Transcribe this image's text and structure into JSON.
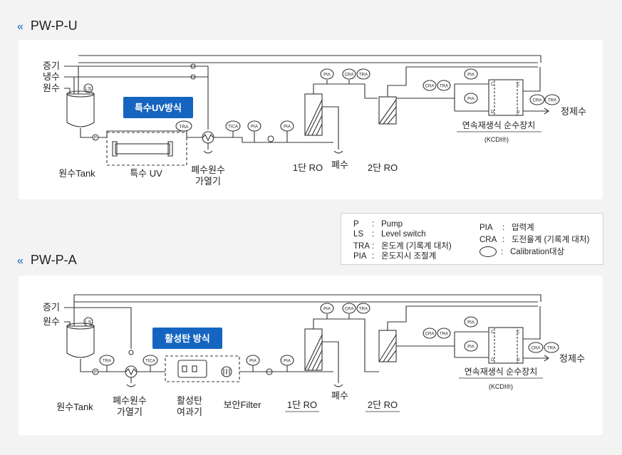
{
  "sections": [
    {
      "title": "PW-P-U",
      "badge": "특수UV방식",
      "inputs": [
        "증기",
        "냉수",
        "원수"
      ],
      "labels": {
        "tank": "원수Tank",
        "uv": "특수 UV",
        "heater_line1": "폐수원수",
        "heater_line2": "가열기",
        "ro1": "1단 RO",
        "drain": "폐수",
        "ro2": "2단 RO",
        "cdi": "연속재생식 순수장치",
        "kcdi": "(KCDI®)",
        "output": "정제수"
      },
      "tags": {
        "ls": "LS",
        "pump": "P",
        "tra": "TRA",
        "tica": "TICA",
        "pia": "PIA",
        "cra": "CRA",
        "c": "C",
        "d": "D"
      }
    },
    {
      "title": "PW-P-A",
      "badge": "활성탄 방식",
      "inputs": [
        "증기",
        "원수"
      ],
      "labels": {
        "tank": "원수Tank",
        "heater_line1": "폐수원수",
        "heater_line2": "가열기",
        "carbon_line1": "활성탄",
        "carbon_line2": "여과기",
        "filter": "보안Filter",
        "ro1": "1단 RO",
        "drain": "폐수",
        "ro2": "2단 RO",
        "cdi": "연속재생식 순수장치",
        "kcdi": "(KCDI®)",
        "output": "정제수"
      },
      "tags": {
        "ls": "LS",
        "pump": "P",
        "tra": "TRA",
        "tica": "TICA",
        "pia": "PIA",
        "cra": "CRA",
        "c": "C",
        "d": "D"
      }
    }
  ],
  "legend": {
    "left": [
      {
        "key": "P",
        "colon": ":",
        "value": "Pump"
      },
      {
        "key": "LS",
        "colon": ":",
        "value": "Level switch"
      },
      {
        "key": "TRA",
        "colon": ":",
        "value": "온도계 (기록계 대처)"
      },
      {
        "key": "PIA",
        "colon": ":",
        "value": "온도지시 조절계"
      }
    ],
    "right": [
      {
        "key": "PIA",
        "colon": ":",
        "value": "압력계"
      },
      {
        "key": "CRA",
        "colon": ":",
        "value": "도전율계 (기록계 대처)"
      }
    ],
    "calibration": {
      "colon": ":",
      "value": "Calibration대상"
    }
  },
  "colors": {
    "badge": "#1565c0",
    "chevron": "#1565c0",
    "line": "#333333",
    "background": "#f3f3f3"
  }
}
